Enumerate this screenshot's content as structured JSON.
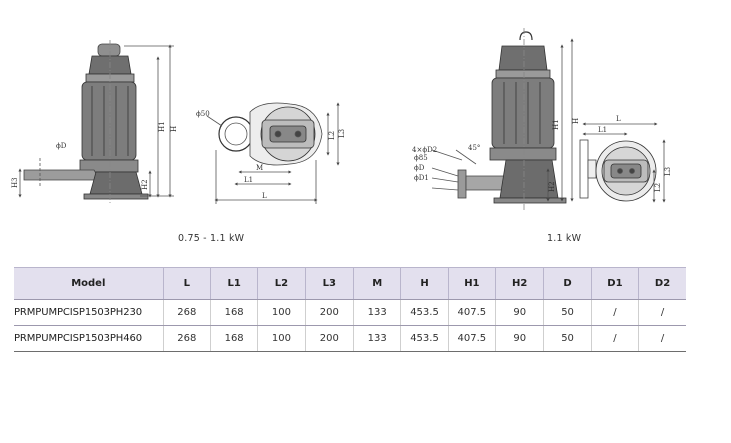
{
  "captions": {
    "left": "0.75 - 1.1 kW",
    "right": "1.1 kW"
  },
  "drawing_labels": {
    "phi50": "ϕ50",
    "phiD": "ϕD",
    "phiD1": "ϕD1",
    "holes": "4×ϕD2",
    "angle": "45°",
    "pcd": "ϕ85",
    "L": "L",
    "L1": "L1",
    "L2": "L2",
    "L3": "L3",
    "M": "M",
    "H": "H",
    "H1": "H1",
    "H2": "H2",
    "H3": "H3"
  },
  "table": {
    "headers": [
      "Model",
      "L",
      "L1",
      "L2",
      "L3",
      "M",
      "H",
      "H1",
      "H2",
      "D",
      "D1",
      "D2"
    ],
    "rows": [
      [
        "PRMPUMPCISP1503PH230",
        "268",
        "168",
        "100",
        "200",
        "133",
        "453.5",
        "407.5",
        "90",
        "50",
        "/",
        "/"
      ],
      [
        "PRMPUMPCISP1503PH460",
        "268",
        "168",
        "100",
        "200",
        "133",
        "453.5",
        "407.5",
        "90",
        "50",
        "/",
        "/"
      ]
    ]
  }
}
